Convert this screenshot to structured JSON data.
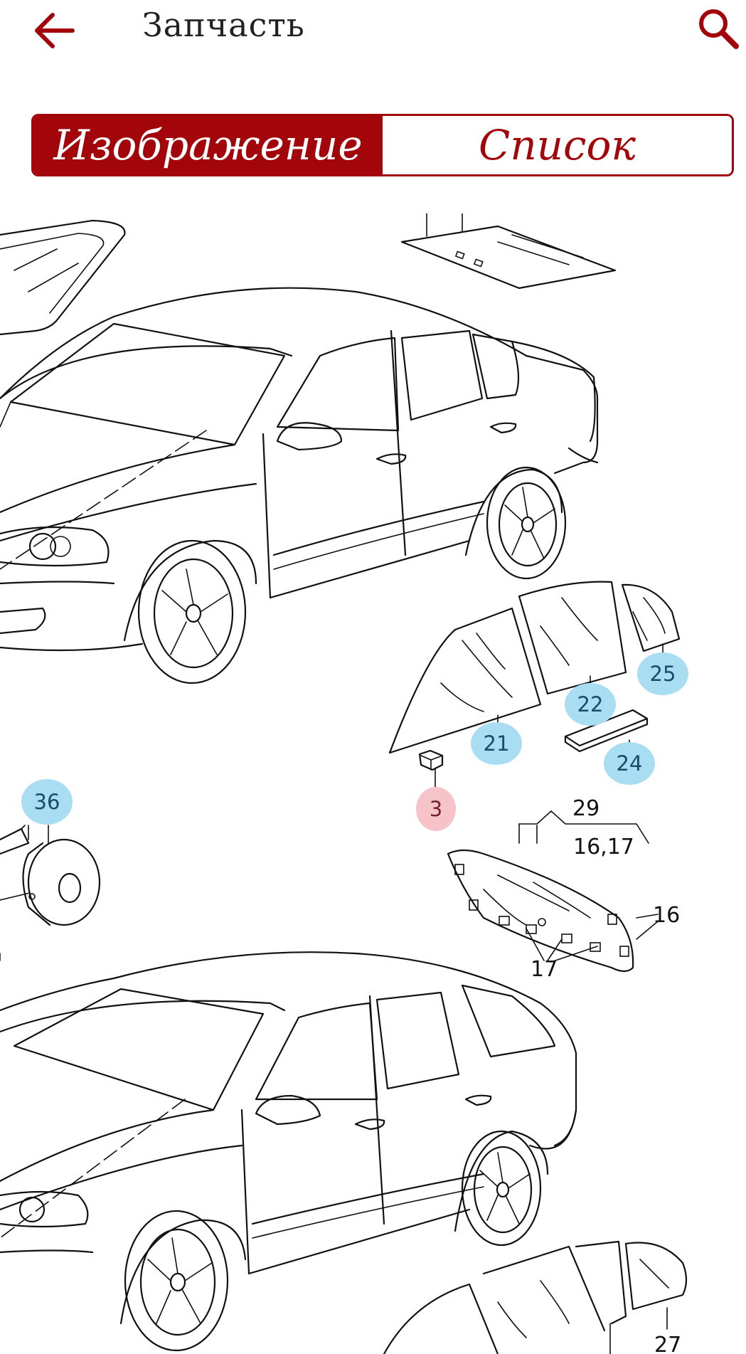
{
  "header": {
    "title": "Запчасть",
    "back_icon": "arrow-left-icon",
    "search_icon": "search-icon"
  },
  "tabs": [
    {
      "label": "Изображение",
      "active": true
    },
    {
      "label": "Список",
      "active": false
    }
  ],
  "colors": {
    "accent": "#a3060a",
    "badge_blue": "#a9ddf2",
    "badge_red": "#f6c3c8"
  },
  "callouts": {
    "highlighted": [
      "25",
      "22",
      "21",
      "24",
      "3",
      "36"
    ],
    "plain": [
      "29",
      "16,17",
      "16",
      "17",
      "27"
    ]
  }
}
